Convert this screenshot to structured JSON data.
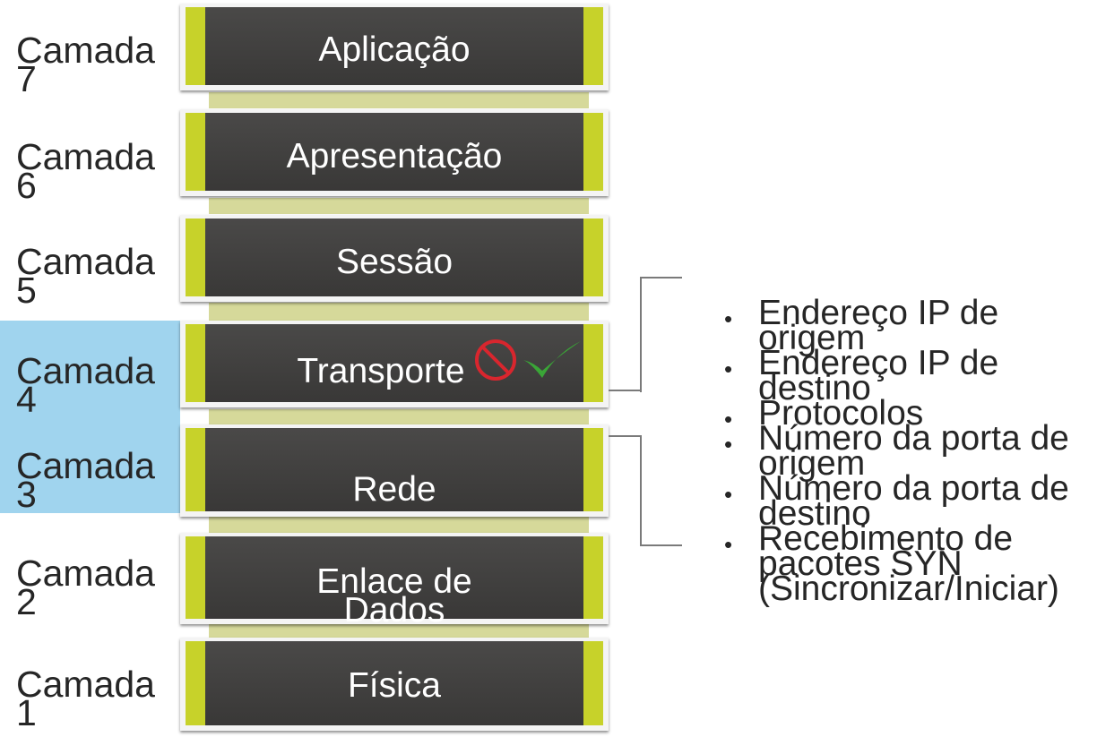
{
  "layers": [
    {
      "side": "Camada\n7",
      "name": "Aplicação"
    },
    {
      "side": "Camada\n6",
      "name": "Apresentação"
    },
    {
      "side": "Camada\n5",
      "name": "Sessão"
    },
    {
      "side": "Camada\n4",
      "name": "Transporte"
    },
    {
      "side": "Camada\n3",
      "name": "Rede"
    },
    {
      "side": "Camada\n2",
      "name": "Enlace de\nDados"
    },
    {
      "side": "Camada\n1",
      "name": "Física"
    }
  ],
  "bullets": [
    "Endereço IP de origem",
    "Endereço IP de destino",
    "Protocolos",
    "Número da porta de origem",
    "Número da porta de destino",
    "Recebimento de pacotes SYN (Sincronizar/Iniciar)"
  ],
  "icons": {
    "blocked": "no-entry-icon",
    "allowed": "checkmark-icon"
  },
  "colors": {
    "highlight": "#a0d4ee",
    "layer_fill": "#3f3e3d",
    "layer_accent": "#c7d22a",
    "blocked": "#d9262e",
    "allowed": "#3aa537"
  }
}
